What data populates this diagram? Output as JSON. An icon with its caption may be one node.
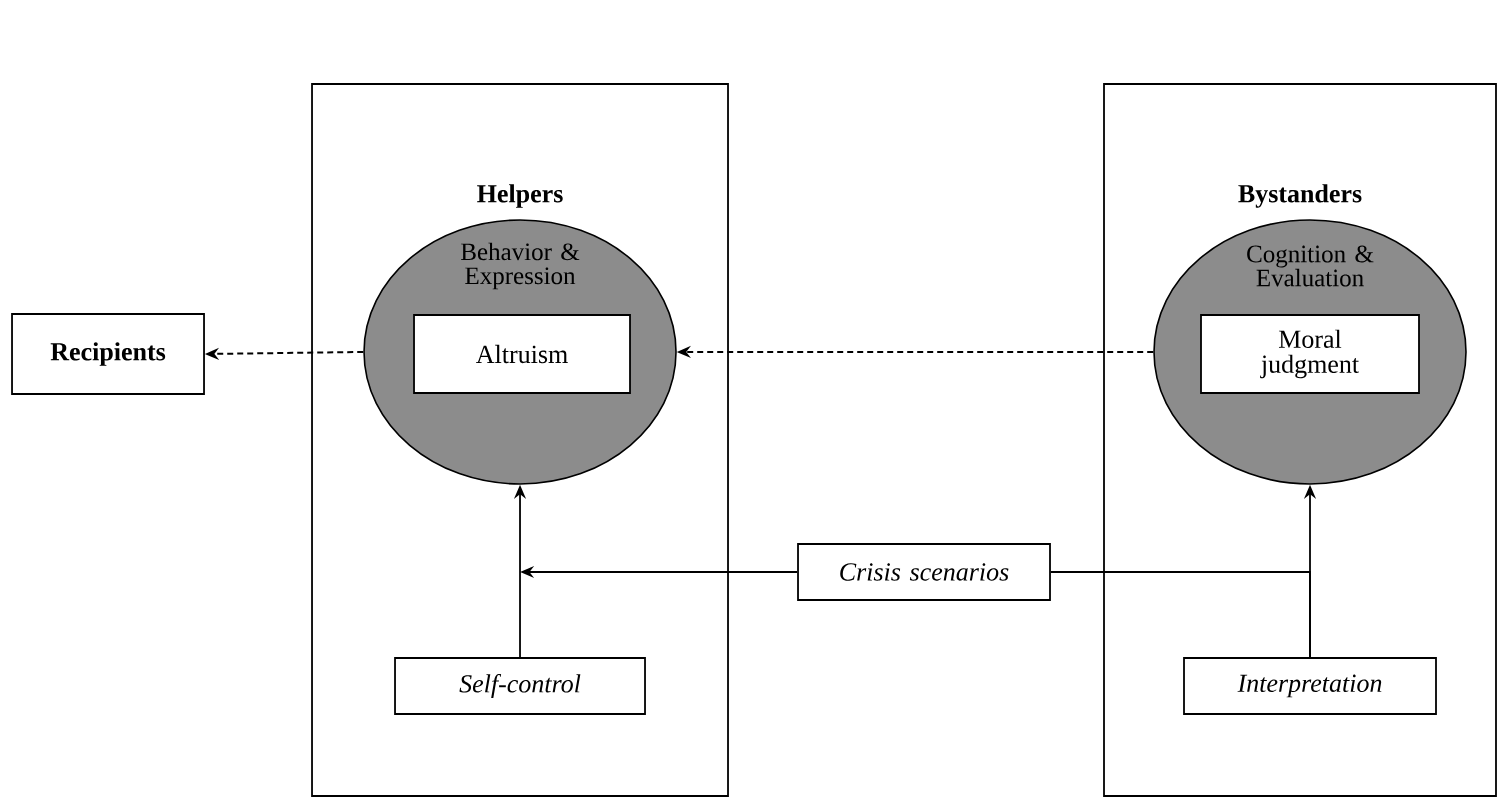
{
  "diagram": {
    "nodes": [
      {
        "text": [
          "Helpers"
        ]
      },
      {
        "text": [
          "Behavior & Expression"
        ],
        "in": 0
      },
      {
        "text": [
          "Altruism"
        ],
        "in": 1
      },
      {
        "text": [
          "Self-control"
        ],
        "in": 0
      },
      {
        "text": [
          "Bystanders"
        ]
      },
      {
        "text": [
          "Cognition & Evaluation"
        ],
        "in": 4
      },
      {
        "text": [
          "Moral judgment"
        ],
        "in": 5
      },
      {
        "text": [
          "Interpretation"
        ],
        "in": 4
      },
      {
        "text": [
          "Recipients"
        ]
      },
      {
        "text": [
          "Crisis scenarios"
        ]
      }
    ],
    "edges": [
      {
        "from": 1,
        "to": 8,
        "arrow": "to",
        "style": "dashed"
      },
      {
        "from": 5,
        "to": 1,
        "arrow": "to",
        "style": "dashed"
      },
      {
        "from": 3,
        "to": 1,
        "arrow": "to"
      },
      {
        "from": 7,
        "to": 5,
        "arrow": "to"
      },
      {
        "from": 7,
        "to": 9,
        "arrow": "none"
      },
      {
        "from": 9,
        "to": 1,
        "arrow": "to"
      }
    ]
  }
}
